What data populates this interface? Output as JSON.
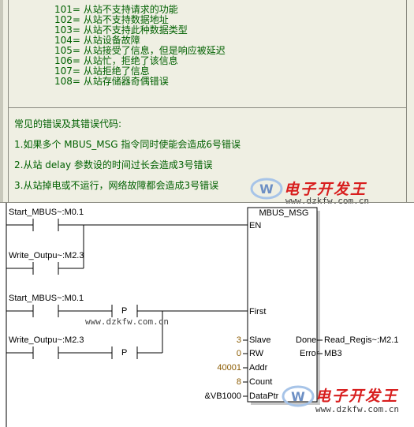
{
  "error_codes": [
    "101= 从站不支持请求的功能",
    "102= 从站不支持数据地址",
    "103= 从站不支持此种数据类型",
    "104= 从站设备故障",
    "105= 从站接受了信息，但是响应被延迟",
    "106= 从站忙，拒绝了该信息",
    "107= 从站拒绝了信息",
    "108= 从站存储器奇偶错误"
  ],
  "notes": {
    "heading": "常见的错误及其错误代码:",
    "item1": "1.如果多个 MBUS_MSG 指令同时使能会造成6号错误",
    "item2": "2.从站 delay 参数设的时间过长会造成3号错误",
    "item3": "3.从站掉电或不运行，网络故障都会造成3号错误"
  },
  "ladder": {
    "contact1": "Start_MBUS~:M0.1",
    "contact2": "Write_Outpu~:M2.3",
    "contact3": "Start_MBUS~:M0.1",
    "contact4": "Write_Outpu~:M2.3",
    "p_label": "P"
  },
  "block": {
    "title": "MBUS_MSG",
    "en": "EN",
    "first": "First",
    "slave": "Slave",
    "rw": "RW",
    "addr": "Addr",
    "count": "Count",
    "dataptr": "DataPtr",
    "done": "Done",
    "error": "Error",
    "slave_val": "3",
    "rw_val": "0",
    "addr_val": "40001",
    "count_val": "8",
    "dataptr_val": "&VB1000",
    "done_out": "Read_Regis~:M2.1",
    "error_out": "MB3"
  },
  "watermark": {
    "brand": "电子开发王",
    "url": "www.dzkfw.com.cn",
    "mid_url": "www.dzkfw.com.cn"
  },
  "colors": {
    "comment_bg": "#efefe3",
    "comment_text": "#006000",
    "value_text": "#8a5a00",
    "brand_red": "#d81e1e"
  }
}
